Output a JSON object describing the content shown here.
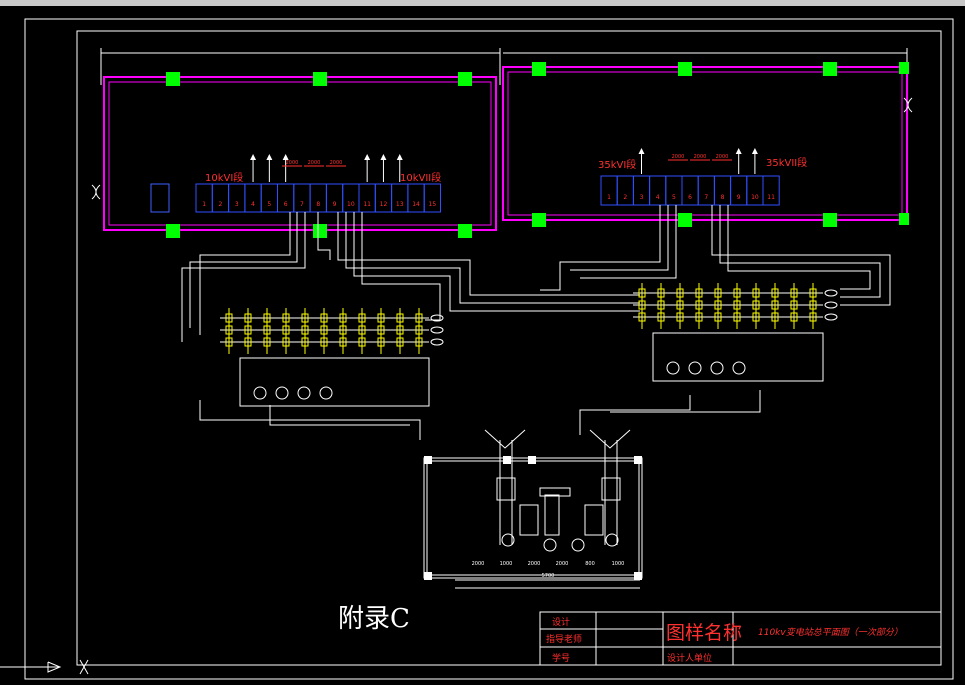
{
  "appendix_label": "附录C",
  "left_bus_label": "10kVI段",
  "right_bus_label": "10kVII段",
  "left_35_label": "35kVI段",
  "right_35_label": "35kVII段",
  "title_block": {
    "drawing_name": "图样名称",
    "drawing_title": "110kv变电站总平面图（一次部分）",
    "design": "设计",
    "advisor": "指导老师",
    "student_no": "学号",
    "design_unit": "设计人单位"
  },
  "left_cabinet_numbers": [
    "1",
    "2",
    "3",
    "4",
    "5",
    "6",
    "7",
    "8",
    "9",
    "10",
    "11",
    "12",
    "13",
    "14",
    "15"
  ],
  "right_cabinet_numbers": [
    "1",
    "2",
    "3",
    "4",
    "5",
    "6",
    "7",
    "8",
    "9",
    "10",
    "11"
  ],
  "left_dims": [
    "2000",
    "2000",
    "2000"
  ],
  "right_dims": [
    "2000",
    "2000",
    "2000"
  ],
  "bottom_dims": [
    "2000",
    "1000",
    "2000",
    "2000",
    "800",
    "1000"
  ],
  "bottom_total": "5700",
  "colors": {
    "frame": "#ffffff",
    "wall": "#ff00ff",
    "column": "#00ff00",
    "cabinet": "#0000cc",
    "dim": "#ff0000",
    "device": "#ffff00"
  }
}
